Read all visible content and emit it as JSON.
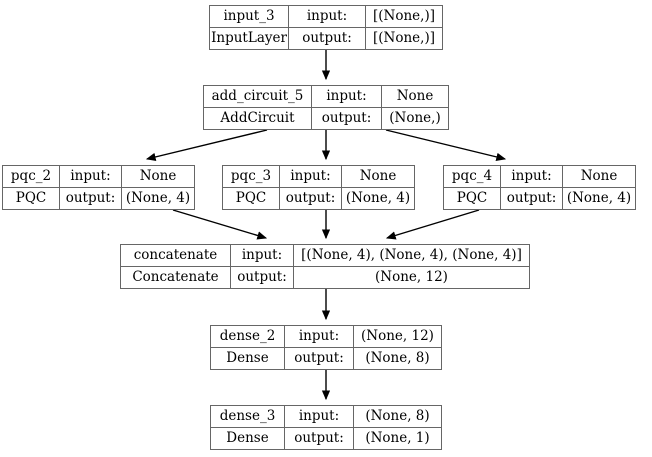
{
  "diagram": {
    "type": "keras-model-graph",
    "orientation": "top-to-bottom",
    "edge_color": "#000000",
    "node_border_color": "#666666",
    "background_color": "#ffffff",
    "row_labels": {
      "input": "input:",
      "output": "output:"
    },
    "nodes": [
      {
        "id": "input_3",
        "name": "input_3",
        "class_name": "InputLayer",
        "input_shape": "[(None,)]",
        "output_shape": "[(None,)]"
      },
      {
        "id": "add_circuit_5",
        "name": "add_circuit_5",
        "class_name": "AddCircuit",
        "input_shape": "None",
        "output_shape": "(None,)"
      },
      {
        "id": "pqc_2",
        "name": "pqc_2",
        "class_name": "PQC",
        "input_shape": "None",
        "output_shape": "(None, 4)"
      },
      {
        "id": "pqc_3",
        "name": "pqc_3",
        "class_name": "PQC",
        "input_shape": "None",
        "output_shape": "(None, 4)"
      },
      {
        "id": "pqc_4",
        "name": "pqc_4",
        "class_name": "PQC",
        "input_shape": "None",
        "output_shape": "(None, 4)"
      },
      {
        "id": "concatenate",
        "name": "concatenate",
        "class_name": "Concatenate",
        "input_shape": "[(None, 4), (None, 4), (None, 4)]",
        "output_shape": "(None, 12)"
      },
      {
        "id": "dense_2",
        "name": "dense_2",
        "class_name": "Dense",
        "input_shape": "(None, 12)",
        "output_shape": "(None, 8)"
      },
      {
        "id": "dense_3",
        "name": "dense_3",
        "class_name": "Dense",
        "input_shape": "(None, 8)",
        "output_shape": "(None, 1)"
      }
    ],
    "edges": [
      {
        "from": "input_3",
        "to": "add_circuit_5"
      },
      {
        "from": "add_circuit_5",
        "to": "pqc_2"
      },
      {
        "from": "add_circuit_5",
        "to": "pqc_3"
      },
      {
        "from": "add_circuit_5",
        "to": "pqc_4"
      },
      {
        "from": "pqc_2",
        "to": "concatenate"
      },
      {
        "from": "pqc_3",
        "to": "concatenate"
      },
      {
        "from": "pqc_4",
        "to": "concatenate"
      },
      {
        "from": "concatenate",
        "to": "dense_2"
      },
      {
        "from": "dense_2",
        "to": "dense_3"
      }
    ]
  }
}
